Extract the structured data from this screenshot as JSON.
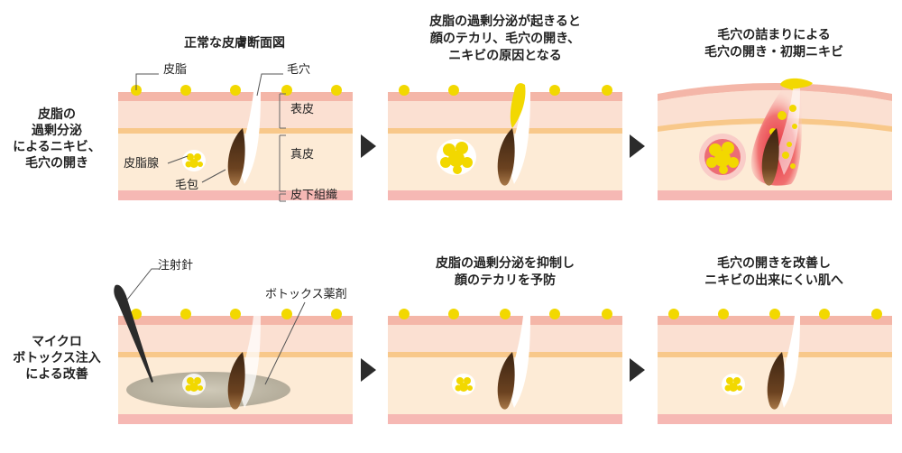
{
  "rows": [
    {
      "label_lines": [
        "皮脂の",
        "過剰分泌",
        "によるニキビ、",
        "毛穴の開き"
      ],
      "panels": [
        {
          "title_lines": [
            "正常な皮膚断面図"
          ]
        },
        {
          "title_lines": [
            "皮脂の過剰分泌が起きると",
            "顔のテカリ、毛穴の開き、",
            "ニキビの原因となる"
          ]
        },
        {
          "title_lines": [
            "毛穴の詰まりによる",
            "毛穴の開き・初期ニキビ"
          ]
        }
      ]
    },
    {
      "label_lines": [
        "マイクロ",
        "ボトックス注入",
        "による改善"
      ],
      "panels": [
        {
          "title_lines": []
        },
        {
          "title_lines": [
            "皮脂の過剰分泌を抑制し",
            "顔のテカリを予防"
          ]
        },
        {
          "title_lines": [
            "毛穴の開きを改善し",
            "ニキビの出来にくい肌へ"
          ]
        }
      ]
    }
  ],
  "annotations": {
    "sebum": "皮脂",
    "pore": "毛穴",
    "epidermis": "表皮",
    "dermis": "真皮",
    "subcutaneous": "皮下組織",
    "sebaceous_gland": "皮脂腺",
    "hair_follicle": "毛包",
    "injection_needle": "注射針",
    "botox_drug": "ボトックス薬剤"
  },
  "colors": {
    "skin_top": "#f4b6a8",
    "epidermis": "#fbe0d2",
    "boundary_line": "#f8c88a",
    "dermis": "#fdebd6",
    "subcutaneous": "#f6b8b4",
    "sebum": "#f2d800",
    "follicle": "#6b4220",
    "inflammation": "#ea4a55",
    "drug_area": "#b9b3a2",
    "arrow": "#2b2b2b"
  }
}
